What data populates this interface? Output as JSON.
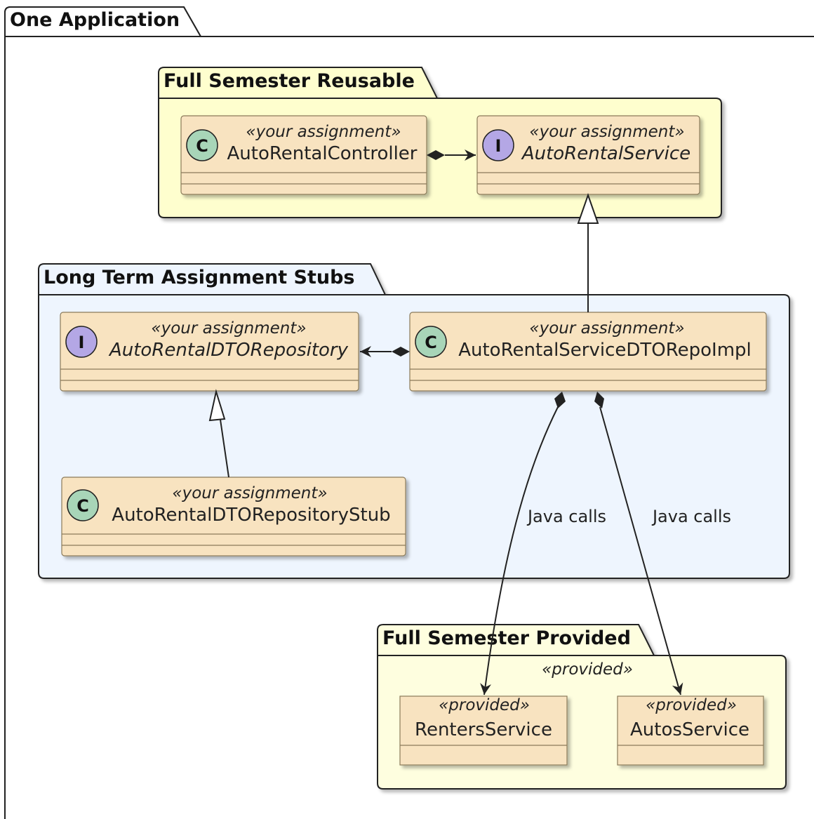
{
  "outer_package": {
    "title": "One Application"
  },
  "packages": {
    "reusable": {
      "title": "Full Semester Reusable"
    },
    "stubs": {
      "title": "Long Term Assignment Stubs"
    },
    "provided": {
      "title": "Full Semester Provided",
      "stereotype": "«provided»"
    }
  },
  "classes": {
    "controller": {
      "kind": "C",
      "stereotype": "«your assignment»",
      "name": "AutoRentalController"
    },
    "service": {
      "kind": "I",
      "stereotype": "«your assignment»",
      "name": "AutoRentalService"
    },
    "dto_repository": {
      "kind": "I",
      "stereotype": "«your assignment»",
      "name": "AutoRentalDTORepository"
    },
    "service_impl": {
      "kind": "C",
      "stereotype": "«your assignment»",
      "name": "AutoRentalServiceDTORepoImpl"
    },
    "repository_stub": {
      "kind": "C",
      "stereotype": "«your assignment»",
      "name": "AutoRentalDTORepositoryStub"
    },
    "renters_service": {
      "stereotype": "«provided»",
      "name": "RentersService"
    },
    "autos_service": {
      "stereotype": "«provided»",
      "name": "AutosService"
    }
  },
  "edges": {
    "java_calls_1": "Java calls",
    "java_calls_2": "Java calls"
  },
  "colors": {
    "class_fill": "#F8E3C0",
    "reusable_fill": "#FEFECE",
    "stubs_fill": "#EEF5FE",
    "provided_fill": "#FEFEDF",
    "class_badge": "#A8D5B8",
    "interface_badge": "#B4A7E5"
  }
}
